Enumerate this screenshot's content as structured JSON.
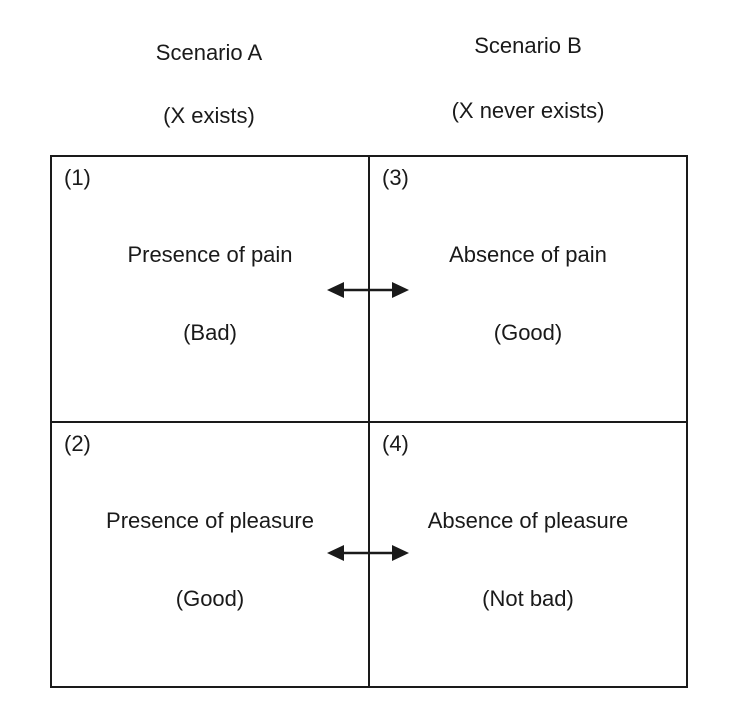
{
  "diagram": {
    "title_implicit": "Pain/pleasure asymmetry matrix",
    "columns": [
      {
        "title": "Scenario A",
        "subtitle": "(X exists)"
      },
      {
        "title": "Scenario B",
        "subtitle": "(X never exists)"
      }
    ],
    "quadrants": [
      {
        "number": "(1)",
        "label": "Presence of pain",
        "value": "(Bad)"
      },
      {
        "number": "(3)",
        "label": "Absence of pain",
        "value": "(Good)"
      },
      {
        "number": "(2)",
        "label": "Presence of pleasure",
        "value": "(Good)"
      },
      {
        "number": "(4)",
        "label": "Absence of pleasure",
        "value": "(Not bad)"
      }
    ],
    "arrows": [
      {
        "between": "1-3",
        "type": "double-headed"
      },
      {
        "between": "2-4",
        "type": "double-headed"
      }
    ],
    "colors": {
      "line": "#1a1a1a",
      "text": "#1a1a1a",
      "background": "#ffffff"
    }
  }
}
